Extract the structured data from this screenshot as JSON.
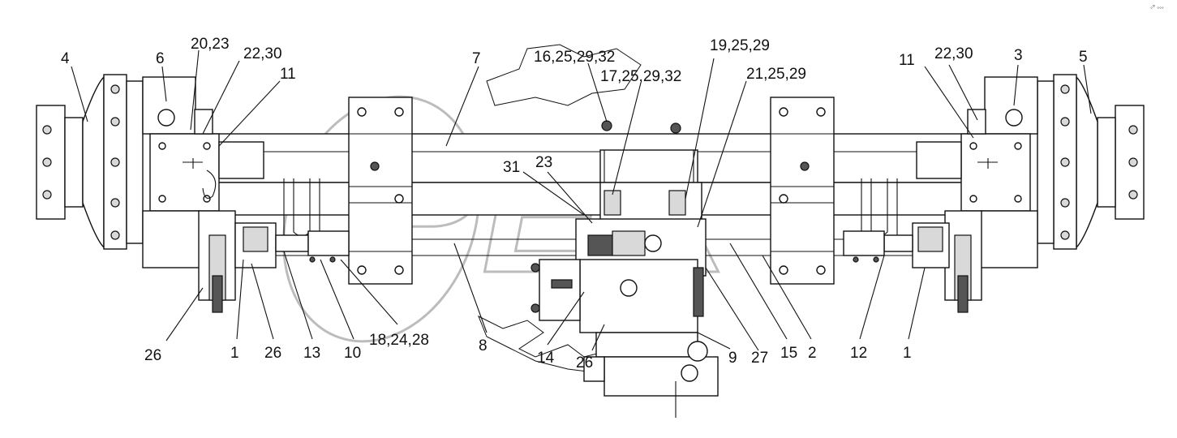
{
  "corner_text": "◦° ◦◦◦",
  "watermark": "PEX",
  "callouts": [
    {
      "id": "c4",
      "text": "4"
    },
    {
      "id": "c6",
      "text": "6"
    },
    {
      "id": "c2023",
      "text": "20,23"
    },
    {
      "id": "c2230l",
      "text": "22,30"
    },
    {
      "id": "c11l",
      "text": "11"
    },
    {
      "id": "c7",
      "text": "7"
    },
    {
      "id": "c16",
      "text": "16,25,29,32"
    },
    {
      "id": "c17",
      "text": "17,25,29,32"
    },
    {
      "id": "c19",
      "text": "19,25,29"
    },
    {
      "id": "c21",
      "text": "21,25,29"
    },
    {
      "id": "c11r",
      "text": "11"
    },
    {
      "id": "c2230r",
      "text": "22,30"
    },
    {
      "id": "c3",
      "text": "3"
    },
    {
      "id": "c5",
      "text": "5"
    },
    {
      "id": "c31",
      "text": "31"
    },
    {
      "id": "c23",
      "text": "23"
    },
    {
      "id": "c26a",
      "text": "26"
    },
    {
      "id": "c1a",
      "text": "1"
    },
    {
      "id": "c26b",
      "text": "26"
    },
    {
      "id": "c13",
      "text": "13"
    },
    {
      "id": "c10",
      "text": "10"
    },
    {
      "id": "c182428",
      "text": "18,24,28"
    },
    {
      "id": "c8",
      "text": "8"
    },
    {
      "id": "c14",
      "text": "14"
    },
    {
      "id": "c26c",
      "text": "26"
    },
    {
      "id": "c9",
      "text": "9"
    },
    {
      "id": "c27",
      "text": "27"
    },
    {
      "id": "c15",
      "text": "15"
    },
    {
      "id": "c2",
      "text": "2"
    },
    {
      "id": "c12",
      "text": "12"
    },
    {
      "id": "c1b",
      "text": "1"
    }
  ]
}
